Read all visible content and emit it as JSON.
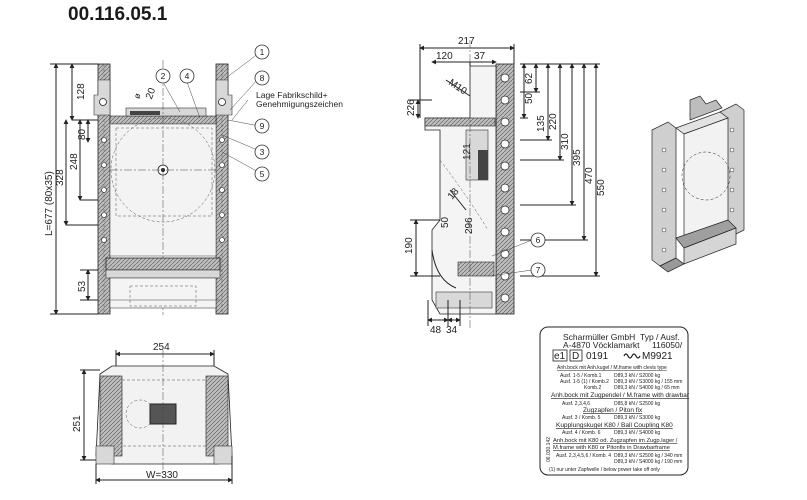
{
  "title": "00.116.05.1",
  "front_view": {
    "dims": {
      "d128": "128",
      "d80": "80",
      "d248": "248",
      "d328": "328",
      "l677": "L=677 (80x35)",
      "d53": "53",
      "d20": "20"
    },
    "callouts": [
      "1",
      "2",
      "4",
      "8",
      "9",
      "3",
      "5"
    ],
    "label_line1": "Lage Fabrikschild+",
    "label_line2": "Genehmigungszeichen"
  },
  "side_view": {
    "dims": {
      "d217": "217",
      "d120": "120",
      "d37": "37",
      "d226": "226",
      "m10": "M10",
      "d50": "50",
      "d62": "62",
      "d135": "135",
      "d220": "220",
      "d310": "310",
      "d395": "395",
      "d470": "470",
      "d550": "550",
      "d121": "121",
      "d18": "18",
      "d50b": "50",
      "d296": "296",
      "d190": "190",
      "d48": "48",
      "d34": "34"
    },
    "callouts": [
      "6",
      "7"
    ]
  },
  "bottom_view": {
    "dims": {
      "d254": "254",
      "d251": "251",
      "w330": "W=330"
    }
  },
  "plate": {
    "company": "Scharmüller GmbH",
    "address": "A-4870 Vöcklamarkt",
    "typ_label": "Typ / Ausf.",
    "typ_value": "116050/",
    "e1": "e1",
    "d": "D",
    "approval": "0191",
    "serial": "M9921",
    "side_code": "06.030.142",
    "rows": [
      {
        "text": "Anh.bock mit Anh.kugel / M.frame with clevis type",
        "style": "underline"
      },
      {
        "text": "Ausf. 1-5 / Komb.1",
        "right": "D89,3 kN / S2000 kg",
        "style": "normal"
      },
      {
        "text": "Ausf. 1-5 (1) / Komb.2",
        "right": "D89,3 kN / S3000 kg / 155 mm",
        "style": "normal"
      },
      {
        "text": "Komb.2",
        "right": "D89,3 kN / S4000 kg / 65 mm",
        "style": "normal"
      },
      {
        "text": "Anh.bock mit Zugpendel / M.frame with drawbar",
        "style": "underline-big"
      },
      {
        "text": "Ausf. 2,3,4,6",
        "right": "D85,8 kN / S2500 kg",
        "style": "normal"
      },
      {
        "text": "Zugzapfen / Piton fix",
        "style": "underline-big"
      },
      {
        "text": "Ausf. 3 / Komb. 5",
        "right": "D89,3 kN / S3000 kg",
        "style": "normal"
      },
      {
        "text": "Kupplungskugel K80 / Ball Coupling K80",
        "style": "underline-big"
      },
      {
        "text": "Ausf. 4 / Komb. 6",
        "right": "D89,3 kN / S4000 kg",
        "style": "normal"
      },
      {
        "text": "Anh.bock mit K80 od. Zugzapfen im Zugp.lager /",
        "style": "underline-big"
      },
      {
        "text": "M.frame with K80 or Pitonfix in Drawbarframe",
        "style": "underline-big"
      },
      {
        "text": "Ausf. 2,3,4,5,6 / Komb. 4",
        "right": "D89,3 kN / S2500 kg / 340 mm",
        "style": "normal"
      },
      {
        "text": "",
        "right": "D89,3 kN / S4000 kg / 190 mm",
        "style": "normal"
      },
      {
        "text": "(1) nur unter Zapfwelle / below power take off only",
        "style": "footer"
      }
    ]
  }
}
